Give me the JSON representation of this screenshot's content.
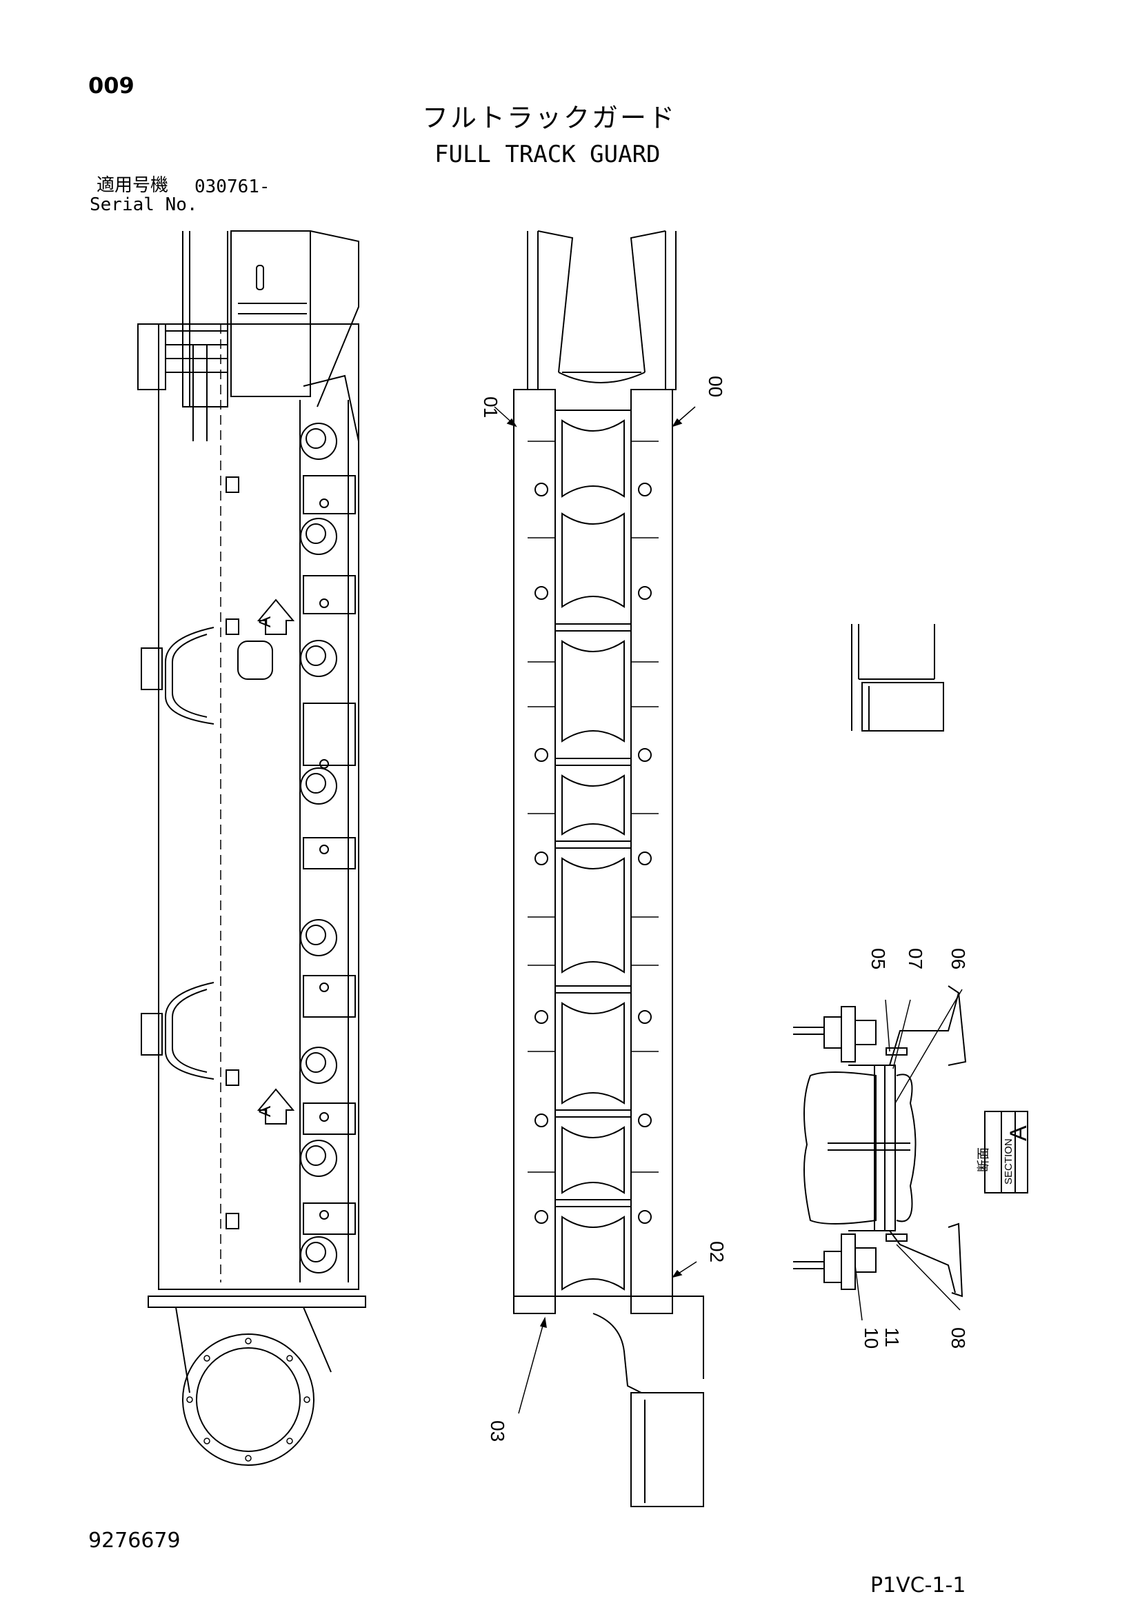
{
  "header": {
    "page_number": "009",
    "title_jp": "フルトラックガード",
    "title_en": "FULL TRACK GUARD",
    "serial_label_jp": "適用号機",
    "serial_value": "030761-",
    "serial_label_en": "Serial No."
  },
  "callouts": {
    "c00": "00",
    "c01": "01",
    "c02": "02",
    "c03": "03",
    "c05": "05",
    "c06": "06",
    "c07": "07",
    "c08": "08",
    "c10": "10",
    "c11": "11"
  },
  "section": {
    "kanji": "断面",
    "word": "SECTION",
    "letter": "A"
  },
  "view_arrow_letter": "A",
  "footer": {
    "drawing_number": "9276679",
    "page_code": "P1VC-1-1"
  }
}
